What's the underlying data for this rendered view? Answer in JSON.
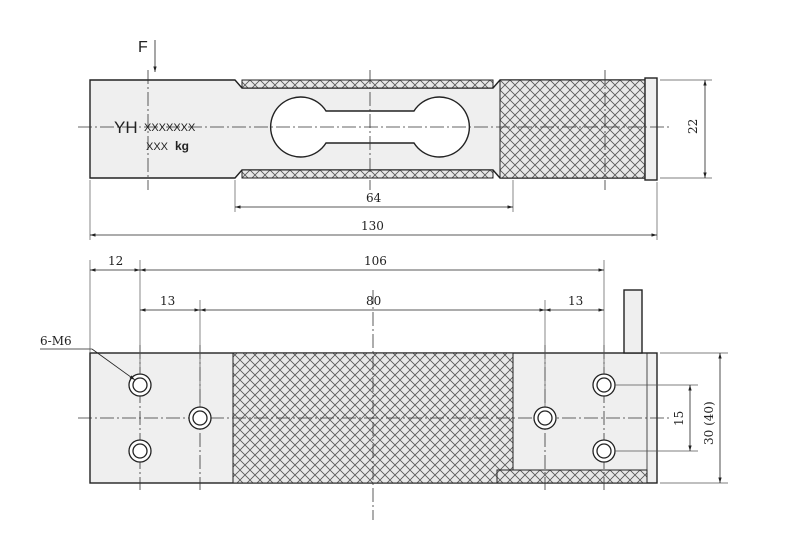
{
  "force_label": "F",
  "model_text": "YH",
  "model_code": "XXXXXXX",
  "capacity_prefix": "XXX",
  "capacity_unit": "kg",
  "hole_callout": "6-M6",
  "top_view": {
    "dims": {
      "gauge_span": "64",
      "total_length": "130",
      "height": "22"
    }
  },
  "bottom_view": {
    "dims": {
      "edge_to_hole": "12",
      "hole_span": "106",
      "left_hole_pitch": "13",
      "center_span": "80",
      "right_hole_pitch": "13",
      "hole_vertical_pitch": "15",
      "width": "30 (40)"
    }
  }
}
